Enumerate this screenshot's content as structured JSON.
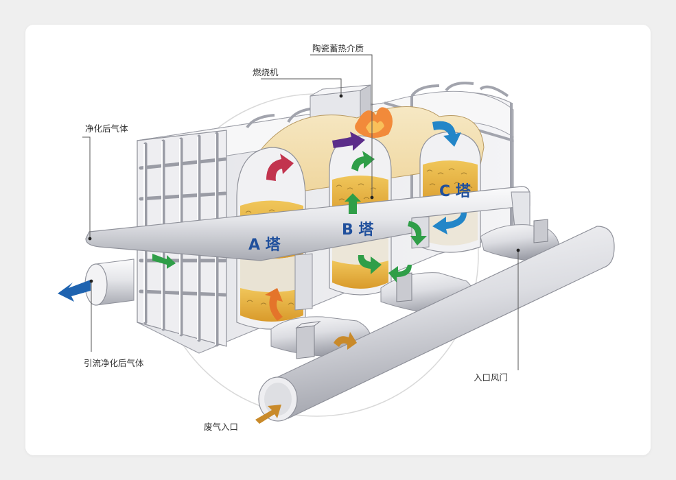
{
  "callouts": {
    "ceramic_media": "陶瓷蓄热介质",
    "burner": "燃烧机",
    "purified_gas": "净化后气体",
    "drawn_purified_gas": "引流净化后气体",
    "inlet_damper": "入口风门",
    "waste_gas_inlet": "废气入口"
  },
  "towers": {
    "a": "A 塔",
    "b": "B 塔",
    "c": "C 塔"
  },
  "colors": {
    "tower_label": "#1f4f9c",
    "media_fill": "#e7b23a",
    "chamber_fill": "#f3dfae",
    "metal_light": "#f2f2f4",
    "metal_mid": "#d6d7dc",
    "metal_dark": "#a9abb3",
    "arrow_green": "#2f9e48",
    "arrow_red": "#c2344e",
    "arrow_purple": "#5b2d8a",
    "arrow_blue": "#2386c8",
    "arrow_orange": "#e4742a",
    "arrow_gold": "#c98a2a",
    "exhaust_blue": "#1e63b0"
  }
}
